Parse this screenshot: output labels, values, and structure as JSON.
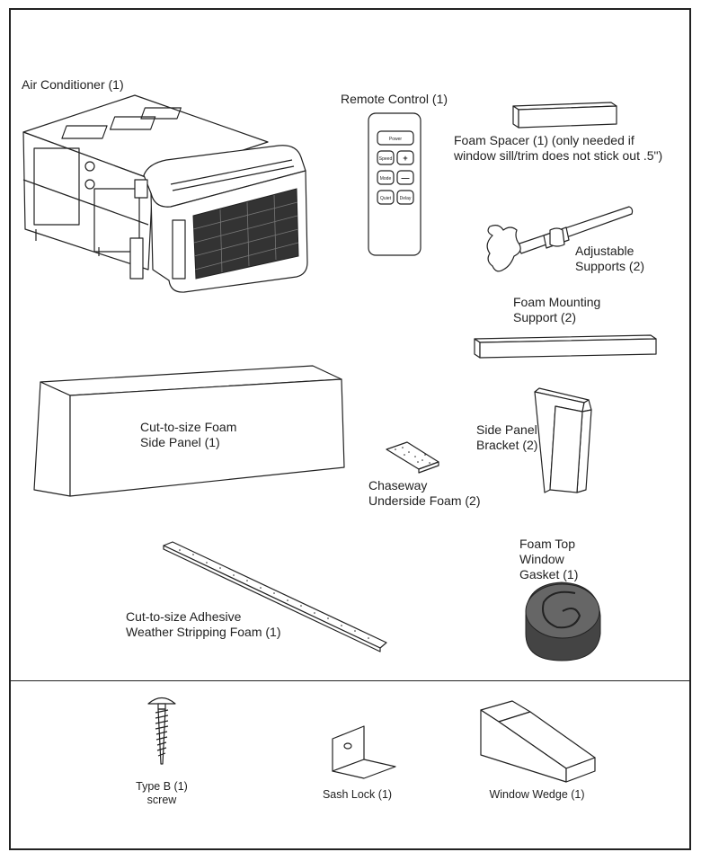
{
  "parts": {
    "air_conditioner": "Air Conditioner (1)",
    "remote_control": "Remote Control (1)",
    "foam_spacer": "Foam Spacer (1) (only needed if\nwindow sill/trim does not stick out .5\")",
    "adjustable_supports": "Adjustable\nSupports (2)",
    "foam_mounting_support": "Foam Mounting\nSupport (2)",
    "foam_side_panel": "Cut-to-size Foam\nSide Panel (1)",
    "side_panel_bracket": "Side Panel\nBracket (2)",
    "chaseway_foam": "Chaseway\nUnderside Foam (2)",
    "weather_stripping": "Cut-to-size Adhesive\nWeather Stripping Foam (1)",
    "foam_top_gasket": "Foam Top\nWindow\nGasket (1)",
    "screw": "Type B (1)\nscrew",
    "sash_lock": "Sash Lock (1)",
    "window_wedge": "Window Wedge (1)"
  },
  "remote_buttons": {
    "power": "Power",
    "speed": "Speed",
    "plus": "+",
    "mode": "Mode",
    "minus": "—",
    "quiet": "Quiet",
    "delay": "Delay"
  }
}
